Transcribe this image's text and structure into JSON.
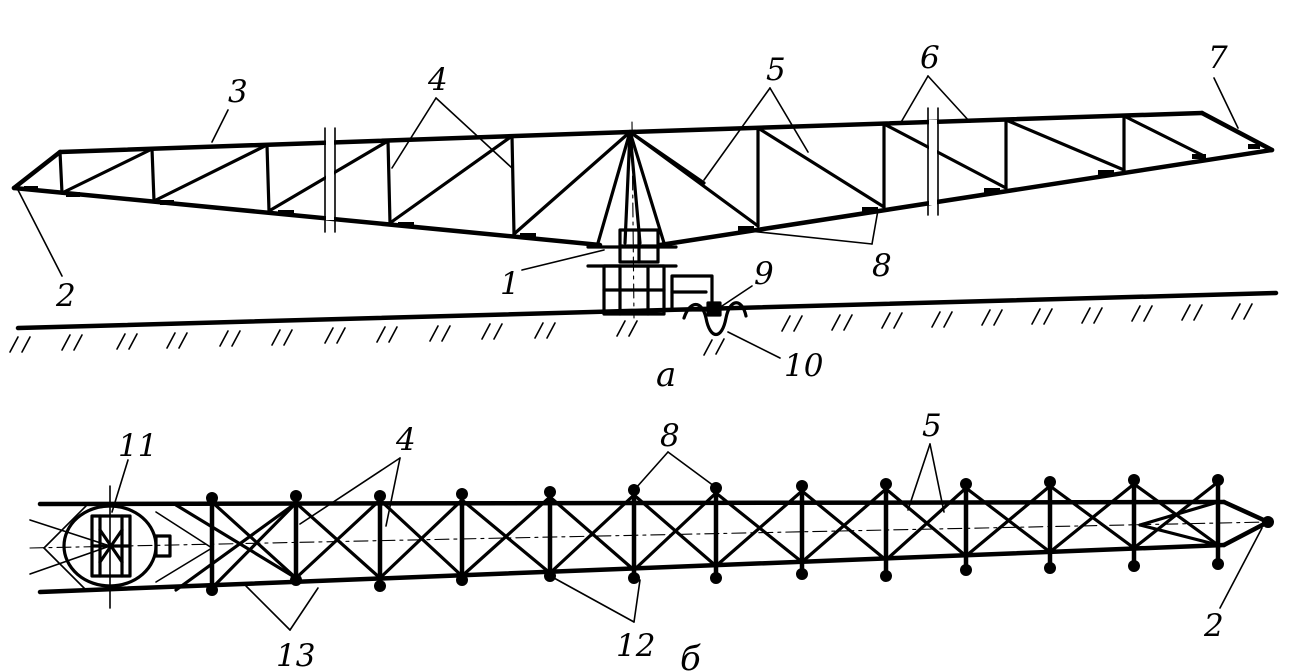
{
  "diagram": {
    "views": [
      {
        "id": "side-view",
        "caption": "а"
      },
      {
        "id": "plan-view",
        "caption": "б"
      }
    ],
    "labels": {
      "side": [
        "1",
        "2",
        "3",
        "4",
        "5",
        "6",
        "7",
        "8",
        "9",
        "10"
      ],
      "plan": [
        "11",
        "4",
        "8",
        "5",
        "2",
        "13",
        "12"
      ]
    }
  }
}
